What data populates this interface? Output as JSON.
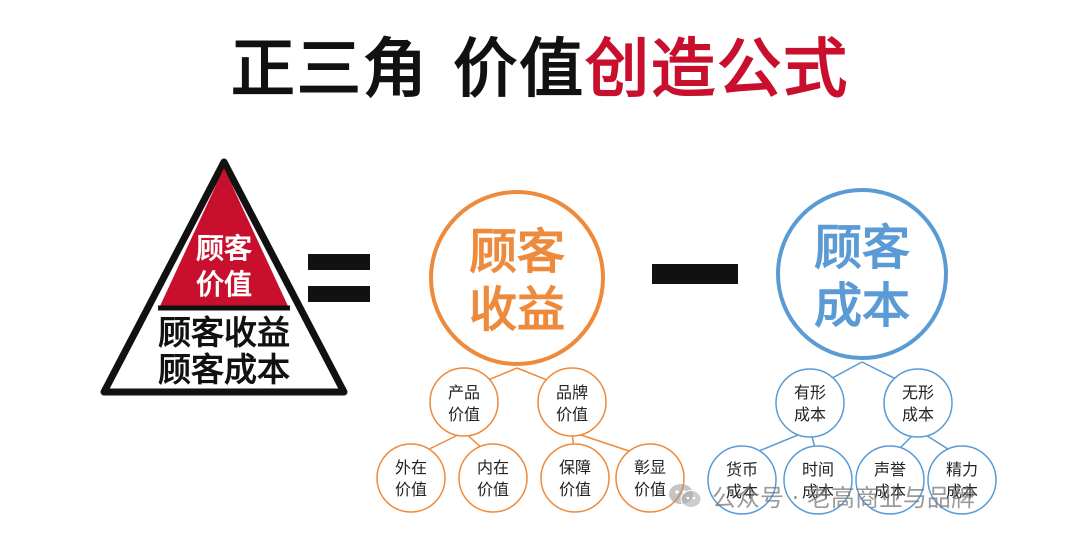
{
  "title": {
    "part1": "正三角  价值",
    "part2": "创造公式"
  },
  "colors": {
    "red": "#c8102e",
    "orange": "#ee8a3c",
    "blue": "#5b9bd5",
    "black": "#111111"
  },
  "triangle": {
    "top_line1": "顾客",
    "top_line2": "价值",
    "bottom_line1": "顾客收益",
    "bottom_line2": "顾客成本"
  },
  "benefit": {
    "line1": "顾客",
    "line2": "收益",
    "children": [
      {
        "line1": "产品",
        "line2": "价值",
        "children": [
          {
            "line1": "外在",
            "line2": "价值"
          },
          {
            "line1": "内在",
            "line2": "价值"
          }
        ]
      },
      {
        "line1": "品牌",
        "line2": "价值",
        "children": [
          {
            "line1": "保障",
            "line2": "价值"
          },
          {
            "line1": "彰显",
            "line2": "价值"
          }
        ]
      }
    ]
  },
  "cost": {
    "line1": "顾客",
    "line2": "成本",
    "children": [
      {
        "line1": "有形",
        "line2": "成本",
        "children": [
          {
            "line1": "货币",
            "line2": "成本"
          },
          {
            "line1": "时间",
            "line2": "成本"
          }
        ]
      },
      {
        "line1": "无形",
        "line2": "成本",
        "children": [
          {
            "line1": "声誉",
            "line2": "成本"
          },
          {
            "line1": "精力",
            "line2": "成本"
          }
        ]
      }
    ]
  },
  "watermark": {
    "text": "公众号 · 老高商业与品牌"
  }
}
